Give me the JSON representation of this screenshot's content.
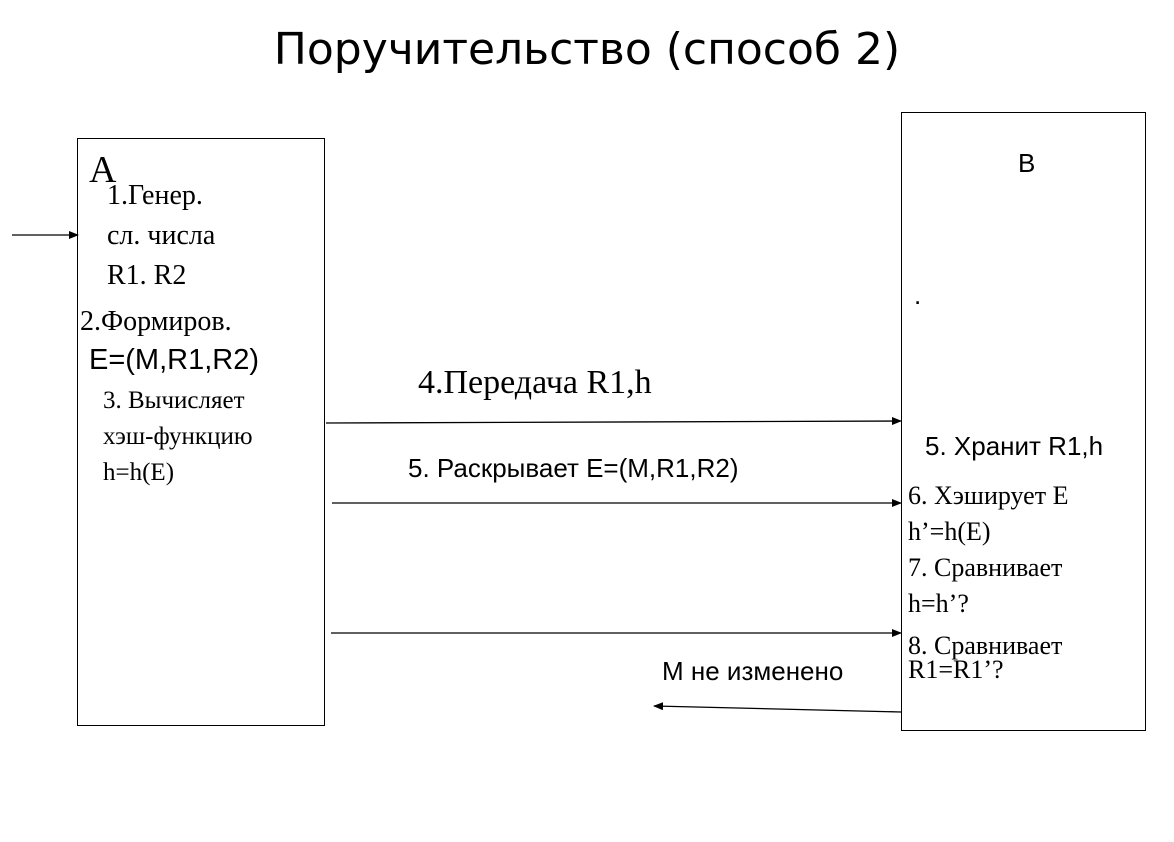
{
  "title": "Поручительство  (способ 2)",
  "party_a": {
    "label": "А",
    "steps": [
      "1.Генер.",
      "сл. числа",
      "R1. R2",
      "2.Формиров.",
      "E=(M,R1,R2)",
      "3. Вычисляет",
      "хэш-функцию",
      "h=h(E)"
    ]
  },
  "party_b": {
    "label": "B",
    "dot": ".",
    "steps": [
      "5. Хранит R1,h",
      "6. Хэширует Е",
      "h’=h(E)",
      "7. Сравнивает",
      "h=h’?",
      "8. Сравнивает",
      "R1=R1’?"
    ]
  },
  "messages": [
    "4.Передача R1,h",
    "5. Раскрывает E=(M,R1,R2)",
    "M не изменено"
  ],
  "colors": {
    "line": "#000000",
    "background": "#ffffff"
  }
}
